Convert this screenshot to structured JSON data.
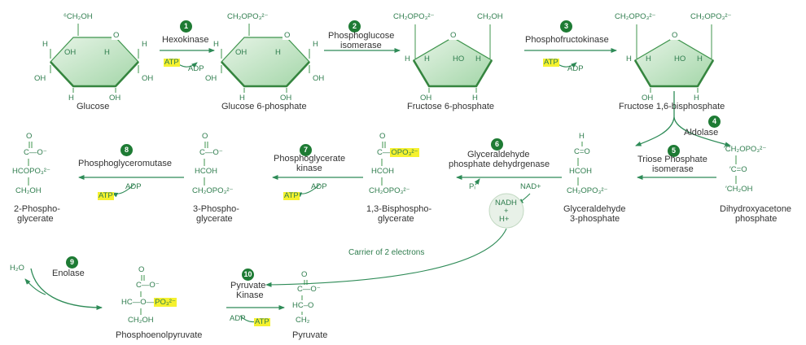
{
  "colors": {
    "accent_green": "#2e8b57",
    "formula_green": "#2f7d4e",
    "caption_gray": "#333333",
    "highlight_yellow": "#f5f12e",
    "step_circle_green": "#1e7b34",
    "ring_fill_light": "#e7f4e7",
    "ring_fill_dark": "#a3d6a8"
  },
  "molecules": {
    "glucose": {
      "caption": "Glucose",
      "chain": "⁶CH₂OH",
      "ring_o": "O",
      "h_left": "H",
      "oh_left": "OH",
      "oh_inner": "OH",
      "h_inner": "H",
      "h_bottom": "H",
      "oh_bottom": "OH",
      "h_right": "H",
      "oh_right": "OH"
    },
    "g6p": {
      "caption": "Glucose 6-phosphate",
      "chain": "CH₂OPO₃²⁻",
      "ring_o": "O",
      "h_left": "H",
      "oh_left": "OH",
      "oh_inner": "OH",
      "h_inner": "H",
      "h_bottom": "H",
      "oh_bottom": "OH",
      "h_right": "H",
      "oh_right": "OH"
    },
    "f6p": {
      "caption": "Fructose 6-phosphate",
      "chain_left": "CH₂OPO₃²⁻",
      "chain_right": "CH₂OH",
      "ring_o": "O",
      "h_out_left": "H",
      "h_in_left": "H",
      "ho_in_right": "HO",
      "h_out_right": "H",
      "oh_bottom": "OH",
      "h_bottom": "H"
    },
    "f16bp": {
      "caption": "Fructose 1,6-bisphosphate",
      "chain_left": "CH₂OPO₃²⁻",
      "chain_right": "CH₂OPO₃²⁻",
      "ring_o": "O",
      "h_out_left": "H",
      "h_in_left": "H",
      "ho_in_right": "HO",
      "h_out_right": "H",
      "oh_bottom": "OH",
      "h_bottom": "H"
    },
    "dhap": {
      "caption_l1": "Dihydroxyacetone",
      "caption_l2": "phosphate",
      "line1": "′CH₂OPO₃²⁻",
      "line2": "′C=O",
      "line3": "′CH₂OH"
    },
    "g3p": {
      "caption_l1": "Glyceraldehyde",
      "caption_l2": "3-phosphate",
      "h_top": "H",
      "line1": "C=O",
      "line2": "HCOH",
      "line3": "CH₂OPO₃²⁻"
    },
    "bpg13": {
      "caption_l1": "1,3-Bisphospho-",
      "caption_l2": "glycerate",
      "o_top": "O",
      "line1a": "C—",
      "line1b": "OPO₃²⁻",
      "line2": "HCOH",
      "line3": "CH₂OPO₃²⁻"
    },
    "pg3": {
      "caption_l1": "3-Phospho-",
      "caption_l2": "glycerate",
      "o_top": "O",
      "line1": "C—O⁻",
      "line2": "HCOH",
      "line3": "CH₂OPO₃²⁻"
    },
    "pg2": {
      "caption_l1": "2-Phospho-",
      "caption_l2": "glycerate",
      "o_top": "O",
      "line1": "C—O⁻",
      "line2": "HCOPO₃²⁻",
      "line3": "CH₂OH"
    },
    "pep": {
      "caption": "Phosphoenolpyruvate",
      "o_top": "O",
      "line1": "C—O⁻",
      "line2a": "HC—O—",
      "line2b": "PO₃²⁻",
      "line3": "CH₂OH"
    },
    "pyruvate": {
      "caption": "Pyruvate",
      "o_top": "O",
      "line1": "C—O⁻",
      "line2": "HC–O",
      "line3": "CH₂"
    }
  },
  "steps": {
    "s1": {
      "num": "1",
      "enzyme": "Hexokinase",
      "atp": "ATP",
      "adp": "ADP"
    },
    "s2": {
      "num": "2",
      "enzyme_l1": "Phosphoglucose",
      "enzyme_l2": "isomerase"
    },
    "s3": {
      "num": "3",
      "enzyme": "Phosphofructokinase",
      "atp": "ATP",
      "adp": "ADP"
    },
    "s4": {
      "num": "4",
      "enzyme": "Aldolase"
    },
    "s5": {
      "num": "5",
      "enzyme_l1": "Triose Phosphate",
      "enzyme_l2": "isomerase"
    },
    "s6": {
      "num": "6",
      "enzyme_l1": "Glyceraldehyde",
      "enzyme_l2": "phosphate dehydrgenase",
      "pi": "Pᵢ",
      "nad": "NAD+",
      "nadh_l1": "NADH",
      "nadh_l2": "+",
      "nadh_l3": "H+"
    },
    "s7": {
      "num": "7",
      "enzyme_l1": "Phosphoglycerate",
      "enzyme_l2": "kinase",
      "adp": "ADP",
      "atp": "ATP"
    },
    "s8": {
      "num": "8",
      "enzyme": "Phosphoglyceromutase",
      "adp": "ADP",
      "atp": "ATP"
    },
    "s9": {
      "num": "9",
      "enzyme": "Enolase",
      "h2o": "H₂O"
    },
    "s10": {
      "num": "10",
      "enzyme_l1": "Pyruvate",
      "enzyme_l2": "Kinase",
      "adp": "ADP",
      "atp": "ATP"
    }
  },
  "annotations": {
    "carrier": "Carrier of 2 electrons"
  }
}
